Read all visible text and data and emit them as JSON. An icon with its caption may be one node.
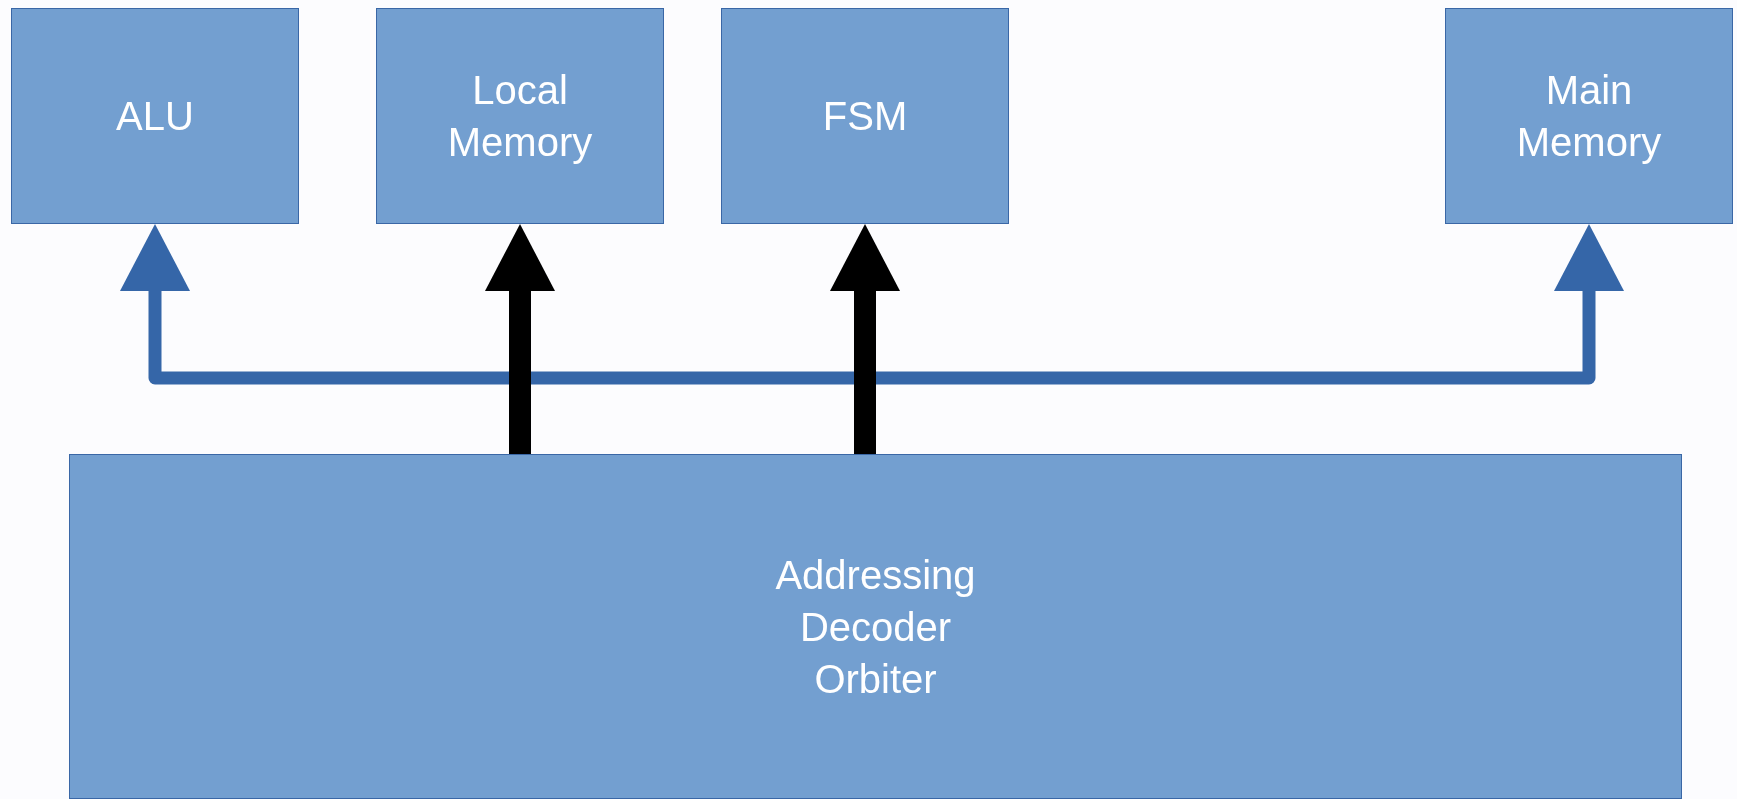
{
  "diagram": {
    "nodes": [
      {
        "text": [
          "ALU"
        ]
      },
      {
        "text": [
          "Local Memory"
        ]
      },
      {
        "text": [
          "FSM"
        ]
      },
      {
        "text": [
          "Main Memory"
        ]
      },
      {
        "text": [
          "Addressing Decoder Orbiter"
        ]
      }
    ],
    "edges": [
      {
        "from": 0,
        "to": 3,
        "arrow": "both",
        "color": "#3566a8"
      },
      {
        "from": 4,
        "to": 1,
        "arrow": "to"
      },
      {
        "from": 4,
        "to": 2,
        "arrow": "to"
      }
    ]
  }
}
